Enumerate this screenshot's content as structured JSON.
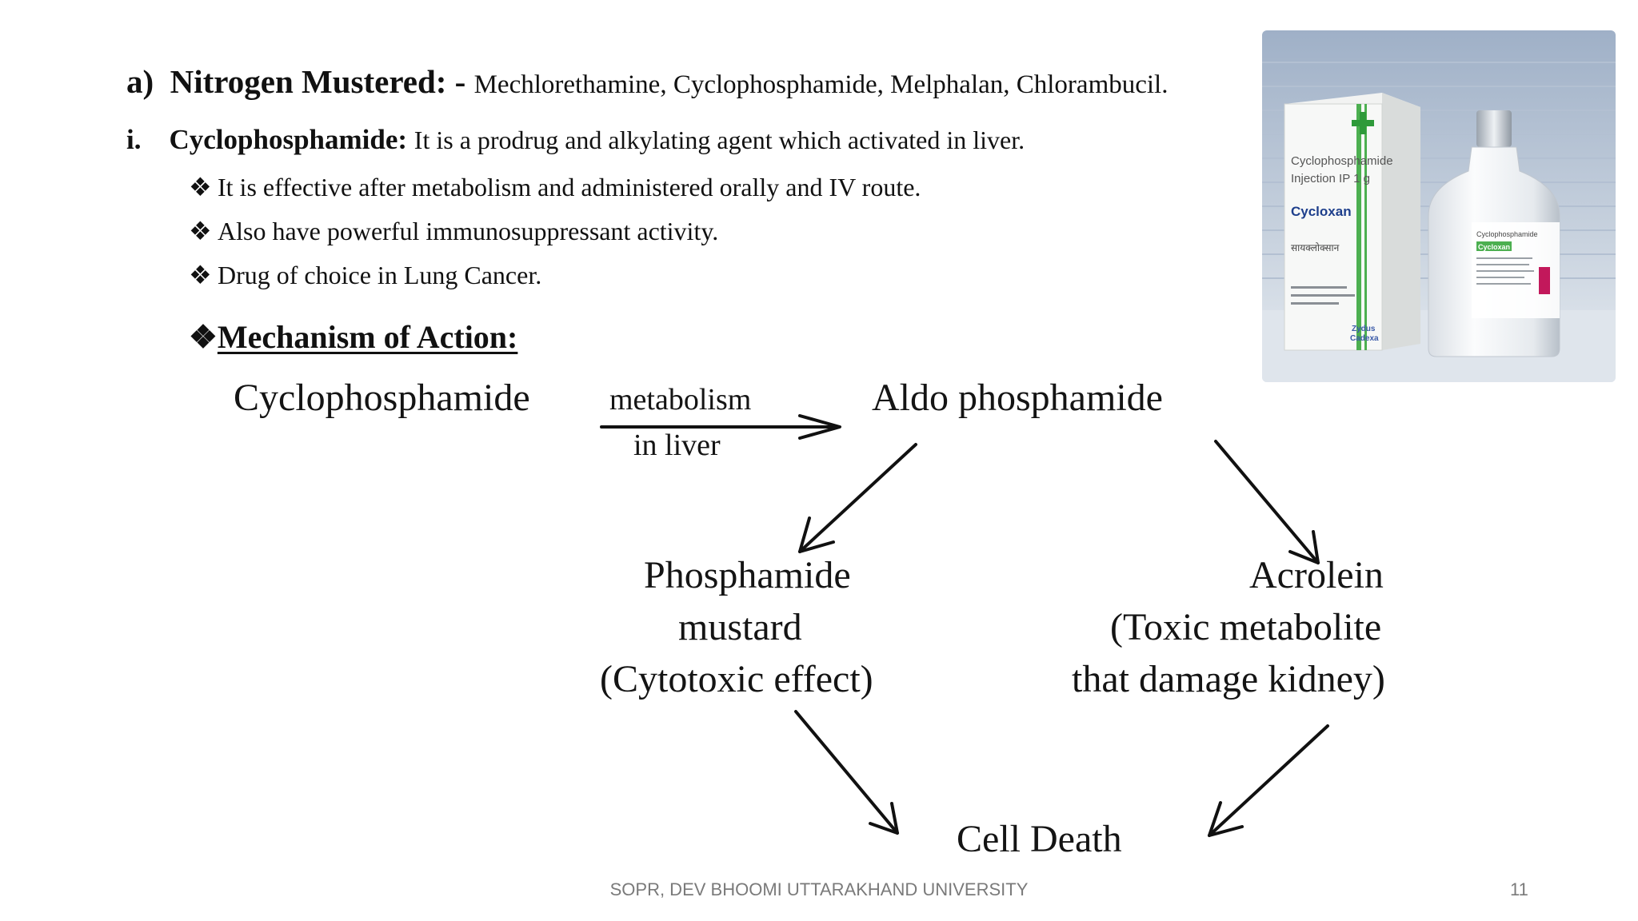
{
  "heading": {
    "marker": "a)",
    "title": "Nitrogen Mustered: -",
    "drugs": "Mechlorethamine, Cyclophosphamide, Melphalan, Chlorambucil."
  },
  "subheading": {
    "marker": "i.",
    "title": "Cyclophosphamide:",
    "text": "It is a prodrug and alkylating agent which activated in liver."
  },
  "bullet_symbol": "❖",
  "bullets": [
    "It is effective after metabolism and administered orally and IV route.",
    "Also have powerful immunosuppressant activity.",
    "Drug of choice in Lung Cancer."
  ],
  "moa_title": "Mechanism of Action:",
  "diagram": {
    "start": "Cyclophosphamide",
    "arrow_label_1": "metabolism",
    "arrow_label_2": "in liver",
    "intermediate": "Aldo phosphamide",
    "left_line1": "Phosphamide",
    "left_line2": "mustard",
    "left_line3": "(Cytotoxic effect)",
    "right_line1": "Acrolein",
    "right_line2": "(Toxic metabolite",
    "right_line3": "that damage kidney)",
    "end": "Cell Death"
  },
  "photo": {
    "box_line1": "Cyclophosphamide",
    "box_line2": "Injection IP 1 g",
    "brand": "Cycloxan",
    "hindi": "सायक्लोक्सान",
    "maker_1": "Zydus",
    "maker_2": "Cadexa",
    "vial_label": "Cyclophosphamide",
    "vial_brand": "Cycloxan"
  },
  "footer": "SOPR, DEV BHOOMI UTTARAKHAND UNIVERSITY",
  "page_number": "11"
}
